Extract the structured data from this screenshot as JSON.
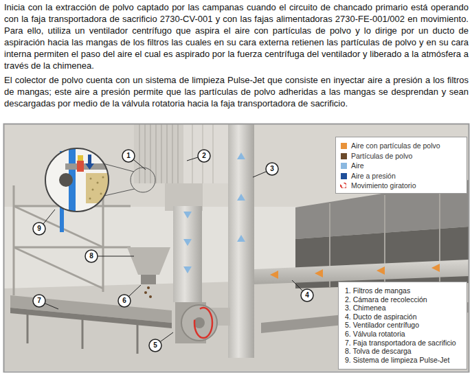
{
  "diagram": {
    "nodes": [
      {
        "text": [
          "1. Filtros de mangas",
          "2. Cámara de recolección",
          "3. Chimenea",
          "4. Ducto de aspiración",
          "5. Ventilador centrífugo",
          "6. Válvula rotatoria",
          "7. Faja transportadora de sacrificio",
          "8. Tolva de descarga",
          "9. Sistema de limpieza Pulse-Jet"
        ]
      }
    ],
    "labels": [
      "Inicia con la extracción de polvo captado por las campanas cuando el circuito de chancado primario está operando con la faja transportadora de sacrificio 2730-CV-001 y con las fajas alimentadoras 2730-FE-001/002 en movimiento. Para ello, utiliza un ventilador centrífugo que aspira el aire con partículas de polvo y lo dirige por un ducto de aspiración hacia las mangas de los filtros las cuales en su cara externa retienen las partículas de polvo y en su cara interna permiten el paso del aire el cual es aspirado por la fuerza centrífuga del ventilador y liberado a la atmósfera a través de la chimenea.",
      "El colector de polvo cuenta con un sistema de limpieza Pulse-Jet que consiste en inyectar aire a presión a los filtros de mangas; este aire a presión permite que las partículas de polvo adheridas a las mangas se desprendan y sean descargadas por medio de la válvula rotatoria hacia la faja transportadora de sacrificio.",
      "1",
      "2",
      "3",
      "4",
      "5",
      "6",
      "7",
      "8",
      "9"
    ],
    "legend": [
      {
        "text": "Aire con partículas de polvo",
        "color": "#e8923a"
      },
      {
        "text": "Partículas de polvo",
        "color": "#6b4a2b"
      },
      {
        "text": "Aire",
        "color": "#8ab8e0"
      },
      {
        "text": "Aire a presión",
        "color": "#1f4f9a"
      },
      {
        "text": "Movimiento giratorio"
      }
    ]
  }
}
